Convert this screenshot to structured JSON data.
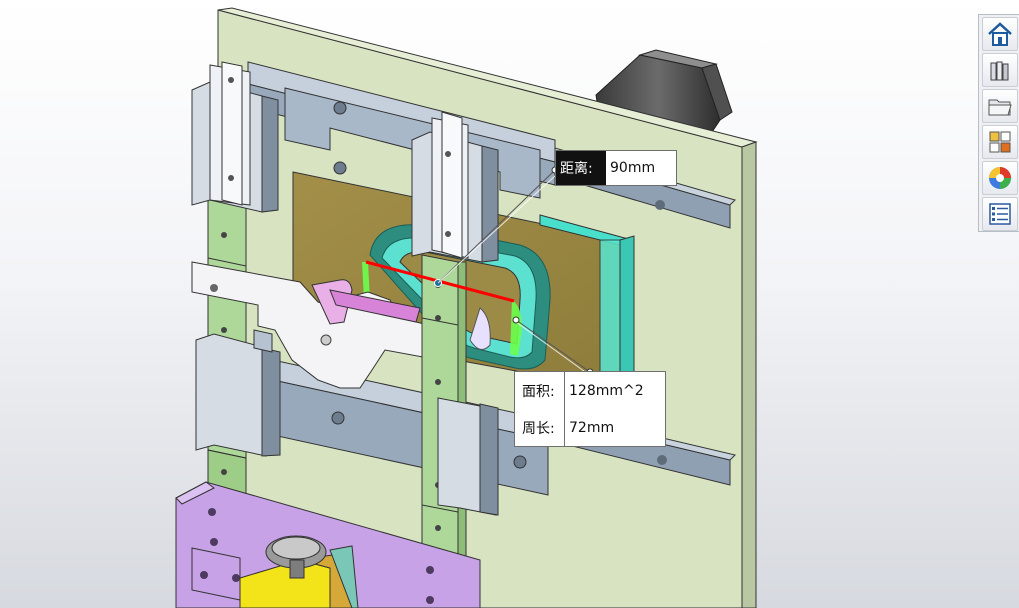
{
  "app": "SolidWorks 3D viewport",
  "measurements": {
    "distance": {
      "label": "距离:",
      "value": "90mm"
    },
    "area": {
      "label": "面积:",
      "value": "128mm^2"
    },
    "perimeter": {
      "label": "周长:",
      "value": "72mm"
    }
  },
  "taskpane": {
    "buttons": [
      {
        "icon": "home-icon"
      },
      {
        "icon": "design-library-icon"
      },
      {
        "icon": "file-explorer-folder-icon"
      },
      {
        "icon": "view-palette-icon"
      },
      {
        "icon": "appearances-scenes-icon"
      },
      {
        "icon": "custom-properties-icon"
      }
    ]
  },
  "colors": {
    "plate_green": "#d7e3c1",
    "rail_blue": "#9fb0c3",
    "slider_green": "#aed89a",
    "gold_block": "#9e8b45",
    "teal_block": "#52d8c4",
    "purple_plate": "#c7a2e6",
    "highlight_red": "#ff0000"
  }
}
